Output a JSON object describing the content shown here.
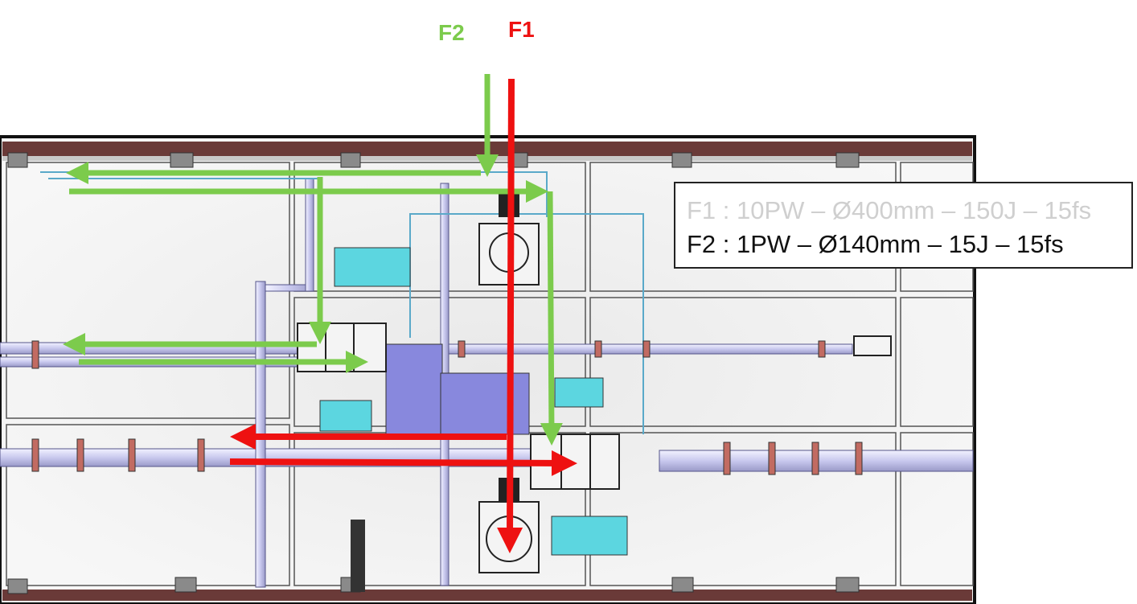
{
  "beams": {
    "f2": {
      "label": "F2",
      "color": "#7ccb4c"
    },
    "f1": {
      "label": "F1",
      "color": "#ee1111"
    }
  },
  "legend": {
    "line1": {
      "text": "F1 : 10PW – Ø400mm – 150J – 15fs",
      "color": "#cfcfcf"
    },
    "line2": {
      "text": "F2 : 1PW – Ø140mm – 15J – 15fs",
      "color": "#111111"
    }
  }
}
